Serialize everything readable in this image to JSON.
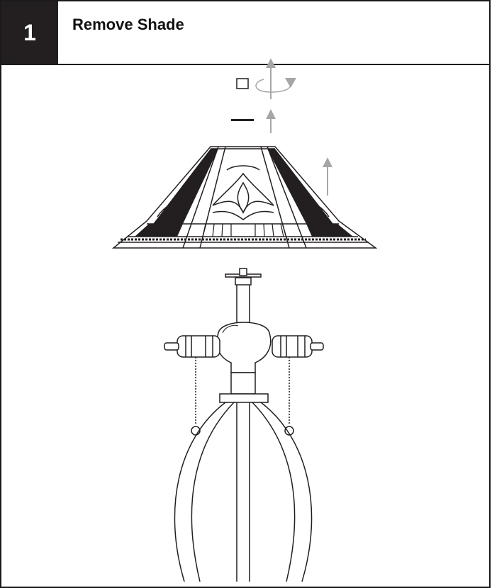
{
  "step": {
    "number": "1",
    "title": "Remove Shade"
  },
  "icons": {
    "finial": "finial-square-icon",
    "rotate_arrow": "rotate-arrow-icon",
    "washer": "washer-icon",
    "up_arrow": "up-arrow-icon",
    "shade": "lamp-shade-illustration",
    "lamp_base": "lamp-base-illustration"
  },
  "colors": {
    "ink": "#231f20",
    "arrow_gray": "#a6a6a6"
  }
}
